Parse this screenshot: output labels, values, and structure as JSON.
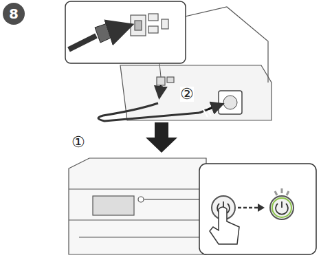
{
  "diagram": {
    "nodes": [
      {
        "text": [
          "8"
        ]
      }
    ],
    "labels": [
      "①",
      "②"
    ]
  }
}
